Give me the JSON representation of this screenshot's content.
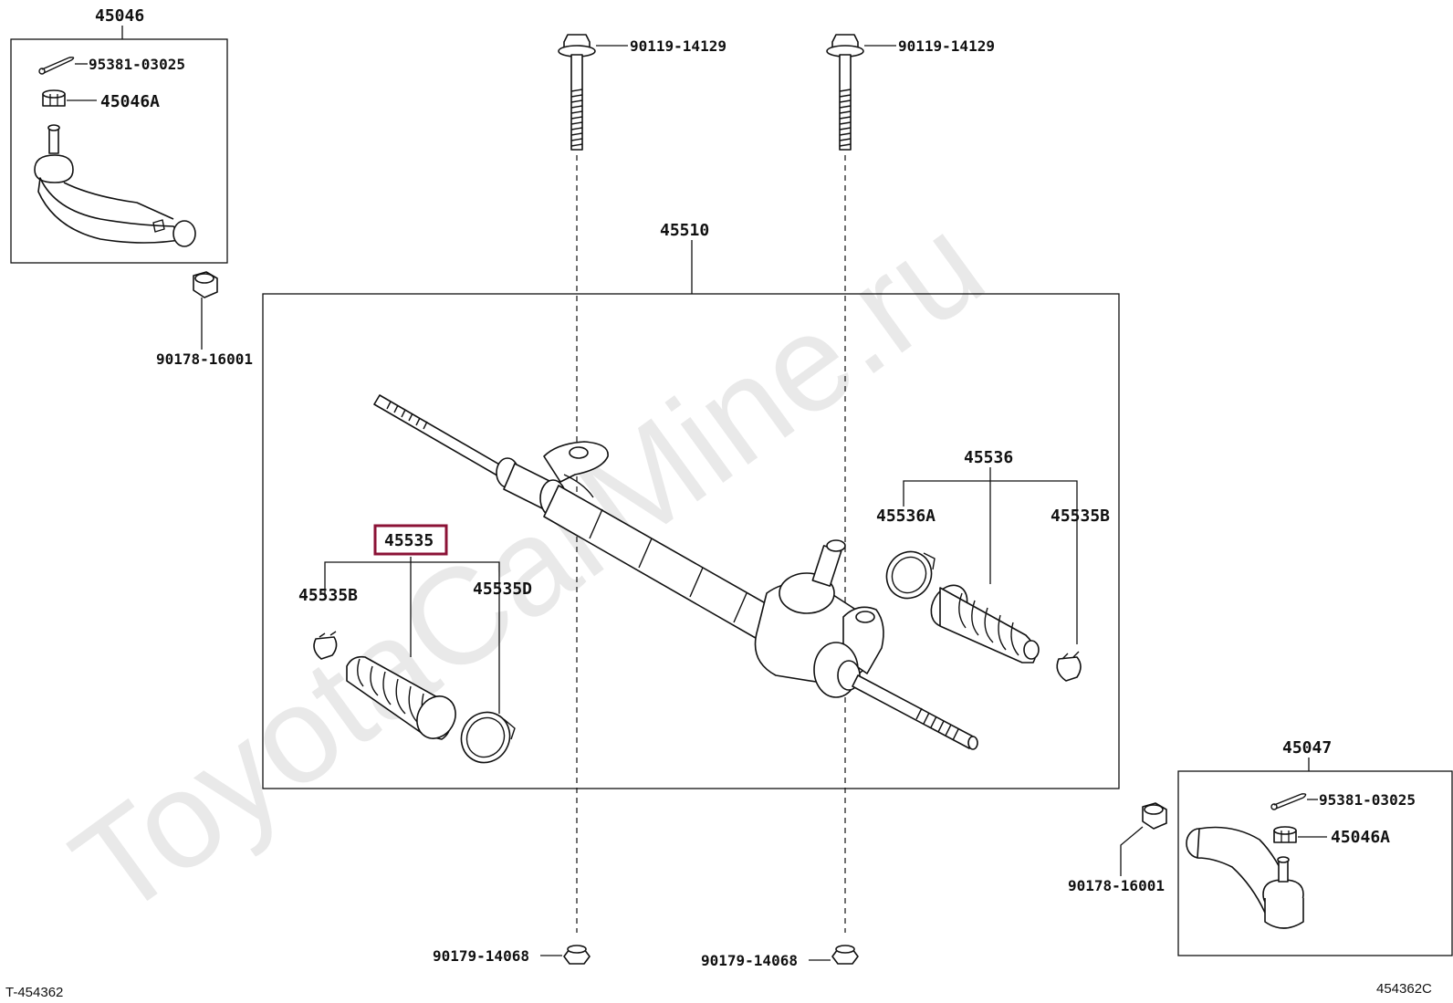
{
  "watermark": "ToyotaCarMine.ru",
  "corner_left": "T-454362",
  "corner_right": "454362C",
  "labels": {
    "l45046": "45046",
    "l95381_a": "95381-03025",
    "l45046A_a": "45046A",
    "l90178_a": "90178-16001",
    "l90119_a": "90119-14129",
    "l90119_b": "90119-14129",
    "l45510": "45510",
    "l45535": "45535",
    "l45535B_a": "45535B",
    "l45535D": "45535D",
    "l45536": "45536",
    "l45536A": "45536A",
    "l45535B_b": "45535B",
    "l45047": "45047",
    "l95381_b": "95381-03025",
    "l45046A_b": "45046A",
    "l90178_b": "90178-16001",
    "l90179_a": "90179-14068",
    "l90179_b": "90179-14068"
  },
  "highlight_color": "#8b1236"
}
